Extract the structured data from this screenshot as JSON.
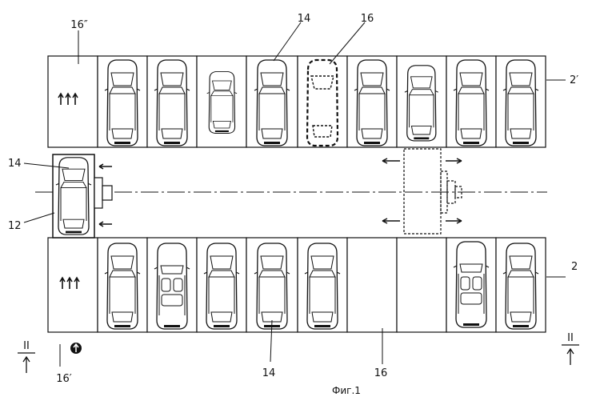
{
  "figure": {
    "caption": "Фиг.1",
    "labels": {
      "top_entry_bay": "16″",
      "top_dashed_car": "16",
      "top_car": "14",
      "row_top": "2′",
      "row_bottom": "2",
      "shuttle_car": "14",
      "shuttle": "12",
      "bottom_entry_bay": "16′",
      "bottom_car": "14",
      "bottom_empty_bay": "16",
      "section_left": "II",
      "section_right": "II"
    }
  }
}
